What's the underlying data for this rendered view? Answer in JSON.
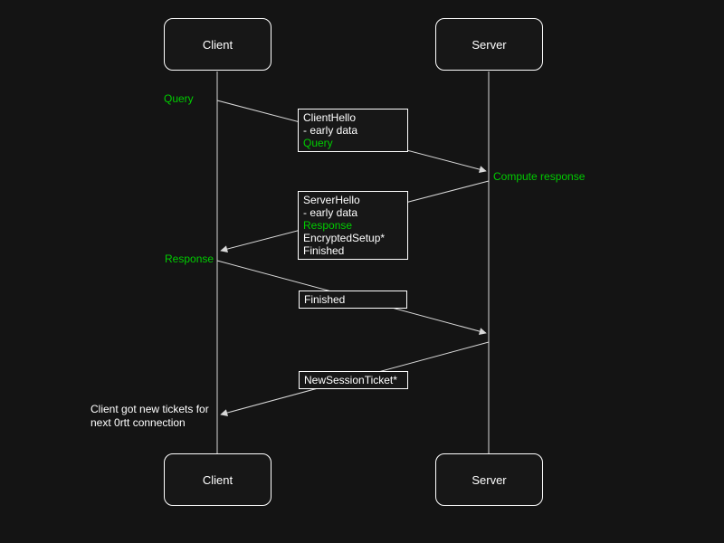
{
  "colors": {
    "background": "#141414",
    "box_fill": "#171717",
    "line": "#d9d9d9",
    "text": "#ffffff",
    "accent_green": "#00CC00"
  },
  "actors": {
    "client": "Client",
    "server": "Server"
  },
  "labels": {
    "query": "Query",
    "compute_response": "Compute response",
    "response": "Response"
  },
  "note": {
    "line1": "Client got new tickets for",
    "line2": "next 0rtt connection"
  },
  "boxes": {
    "client_hello": {
      "lines": [
        "ClientHello",
        "- early data",
        "Query"
      ]
    },
    "server_hello": {
      "lines": [
        "ServerHello",
        "- early data",
        "Response",
        "EncryptedSetup*",
        "Finished"
      ]
    },
    "finished": {
      "lines": [
        "Finished"
      ]
    },
    "new_session_ticket": {
      "lines": [
        "NewSessionTicket*"
      ]
    }
  }
}
